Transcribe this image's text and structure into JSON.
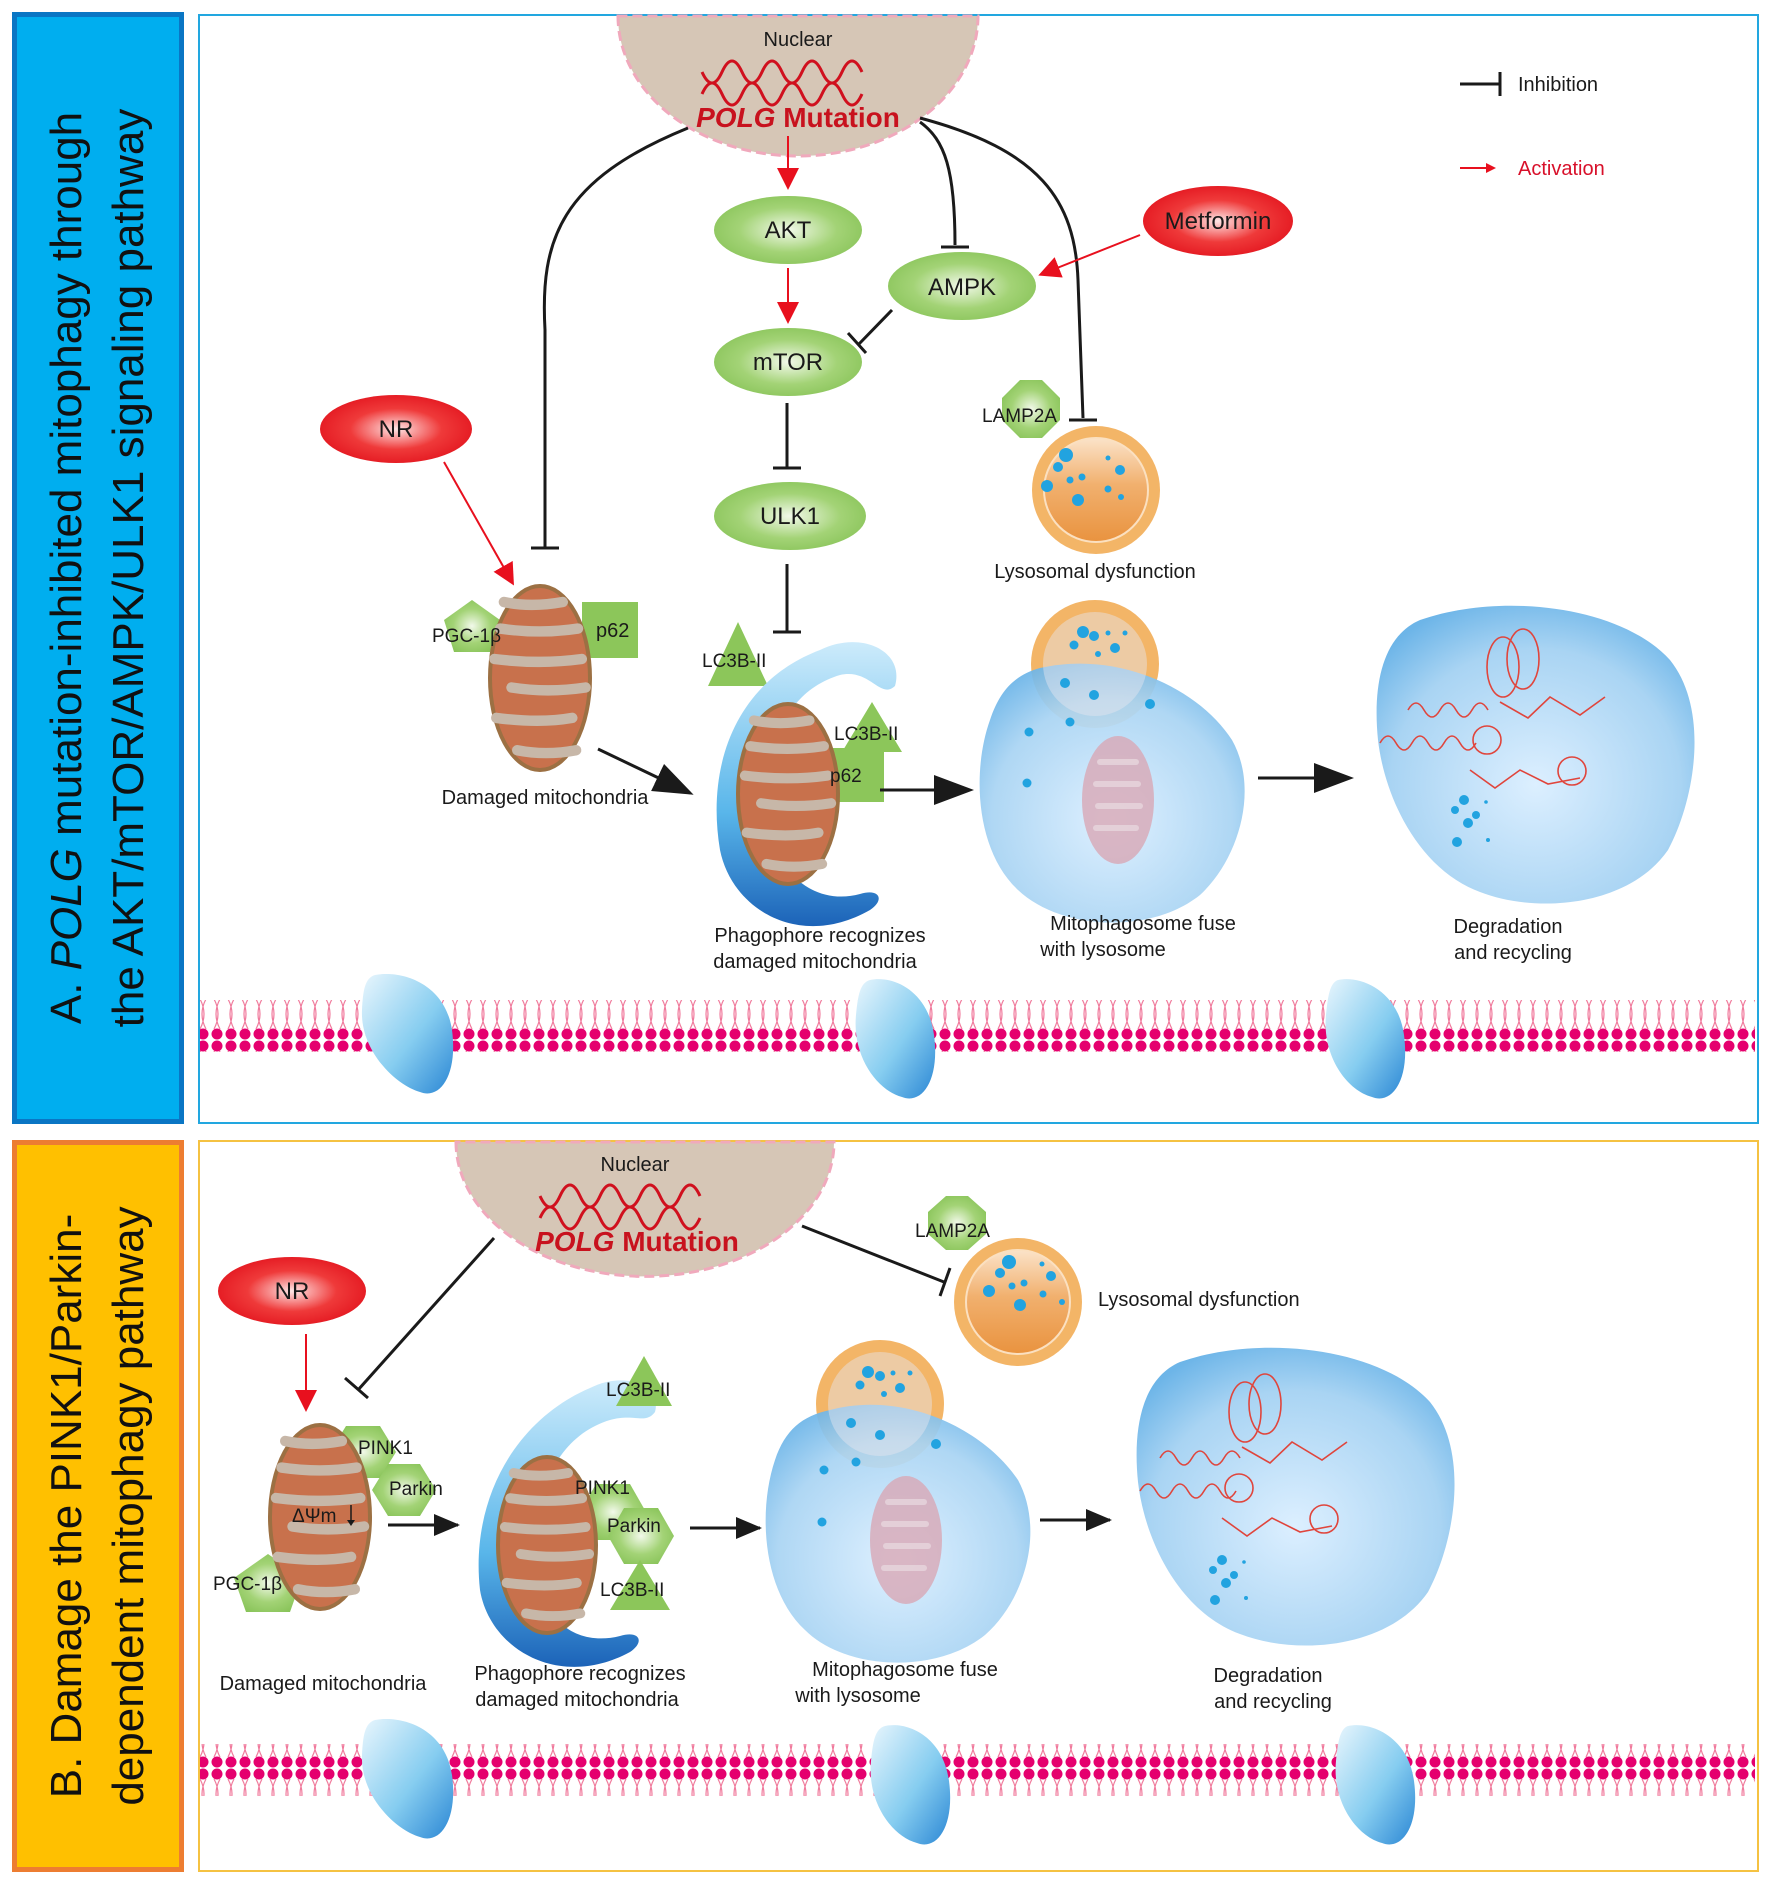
{
  "panel_a": {
    "side_label_prefix": "A. ",
    "side_label_gene": "POLG",
    "side_label_line1_rest": " mutation-inhibited mitophagy through",
    "side_label_line2": "the AKT/mTOR/AMPK/ULK1 signaling pathway",
    "nucleus_label": "Nuclear",
    "mutation_gene": "POLG",
    "mutation_word": "Mutation",
    "legend": {
      "inhibition": "Inhibition",
      "activation": "Activation"
    },
    "nodes": {
      "akt": "AKT",
      "ampk": "AMPK",
      "mtor": "mTOR",
      "ulk1": "ULK1",
      "metformin": "Metformin",
      "nr": "NR"
    },
    "proteins": {
      "lamp2a": "LAMP2A",
      "pgc1b": "PGC-1β",
      "p62": "p62",
      "lc3b_1": "LC3B-II",
      "lc3b_2": "LC3B-II",
      "p62_2": "p62"
    },
    "captions": {
      "lysosome": "Lysosomal dysfunction",
      "damaged": "Damaged mitochondria",
      "phagophore_1": "Phagophore recognizes",
      "phagophore_2": "damaged mitochondria",
      "fuse_1": "Mitophagosome fuse",
      "fuse_2": "with lysosome",
      "degradation_1": "Degradation",
      "degradation_2": "and recycling"
    }
  },
  "panel_b": {
    "side_label_line1": "B. Damage the PINK1/Parkin-",
    "side_label_line2": "dependent mitophagy pathway",
    "nucleus_label": "Nuclear",
    "mutation_gene": "POLG",
    "mutation_word": "Mutation",
    "nodes": {
      "nr": "NR"
    },
    "proteins": {
      "lamp2a": "LAMP2A",
      "pink1_1": "PINK1",
      "parkin_1": "Parkin",
      "pgc1b": "PGC-1β",
      "delta_psi": "ΔΨm",
      "lc3b_top": "LC3B-II",
      "pink1_2": "PINK1",
      "parkin_2": "Parkin",
      "lc3b_bottom": "LC3B-II"
    },
    "captions": {
      "lysosome": "Lysosomal dysfunction",
      "damaged": "Damaged mitochondria",
      "phagophore_1": "Phagophore recognizes",
      "phagophore_2": "damaged mitochondria",
      "fuse_1": "Mitophagosome fuse",
      "fuse_2": "with lysosome",
      "degradation_1": "Degradation",
      "degradation_2": "and recycling"
    }
  },
  "colors": {
    "panel_a_fill": "#00aeef",
    "panel_a_border": "#0a76c4",
    "panel_b_fill": "#ffc000",
    "panel_b_border": "#ed7d31",
    "activation": "#e8101e",
    "inhibition": "#1a1a1a",
    "node_green": "#8cc65a",
    "drug_red": "#e8101e",
    "mito_brown": "#c8714c",
    "membrane_pink": "#e5006e",
    "nucleus": "#d6c5b5"
  }
}
